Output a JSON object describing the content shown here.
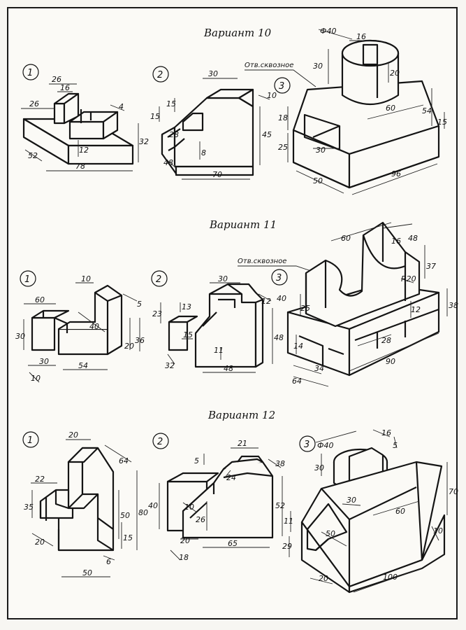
{
  "variants": [
    {
      "title": "Вариант 10",
      "parts": [
        {
          "num": "1",
          "dims": [
            "26",
            "16",
            "26",
            "4",
            "32",
            "12",
            "52",
            "78"
          ]
        },
        {
          "num": "2",
          "dims": [
            "30",
            "15",
            "15",
            "28",
            "8",
            "48",
            "70",
            "45",
            "10"
          ]
        },
        {
          "num": "3",
          "note": "Отв.сквозное",
          "dims": [
            "Ф40",
            "16",
            "30",
            "20",
            "60",
            "54",
            "18",
            "15",
            "25",
            "30",
            "50",
            "96"
          ]
        }
      ]
    },
    {
      "title": "Вариант 11",
      "parts": [
        {
          "num": "1",
          "dims": [
            "10",
            "60",
            "5",
            "40",
            "30",
            "20",
            "36",
            "30",
            "10",
            "54"
          ]
        },
        {
          "num": "2",
          "dims": [
            "30",
            "13",
            "23",
            "12",
            "40",
            "15",
            "11",
            "48",
            "32",
            "48"
          ]
        },
        {
          "num": "3",
          "note": "Отв.сквозное",
          "dims": [
            "60",
            "48",
            "16",
            "37",
            "R20",
            "25",
            "12",
            "38",
            "14",
            "28",
            "34",
            "64",
            "90"
          ]
        }
      ]
    },
    {
      "title": "Вариант 12",
      "parts": [
        {
          "num": "1",
          "dims": [
            "20",
            "64",
            "22",
            "35",
            "50",
            "80",
            "20",
            "15",
            "6",
            "50"
          ]
        },
        {
          "num": "2",
          "dims": [
            "21",
            "5",
            "38",
            "24",
            "40",
            "10",
            "26",
            "52",
            "20",
            "18",
            "65"
          ]
        },
        {
          "num": "3",
          "dims": [
            "Ф40",
            "16",
            "5",
            "30",
            "70",
            "30",
            "60",
            "11",
            "50",
            "29",
            "10",
            "20",
            "100"
          ]
        }
      ]
    }
  ]
}
